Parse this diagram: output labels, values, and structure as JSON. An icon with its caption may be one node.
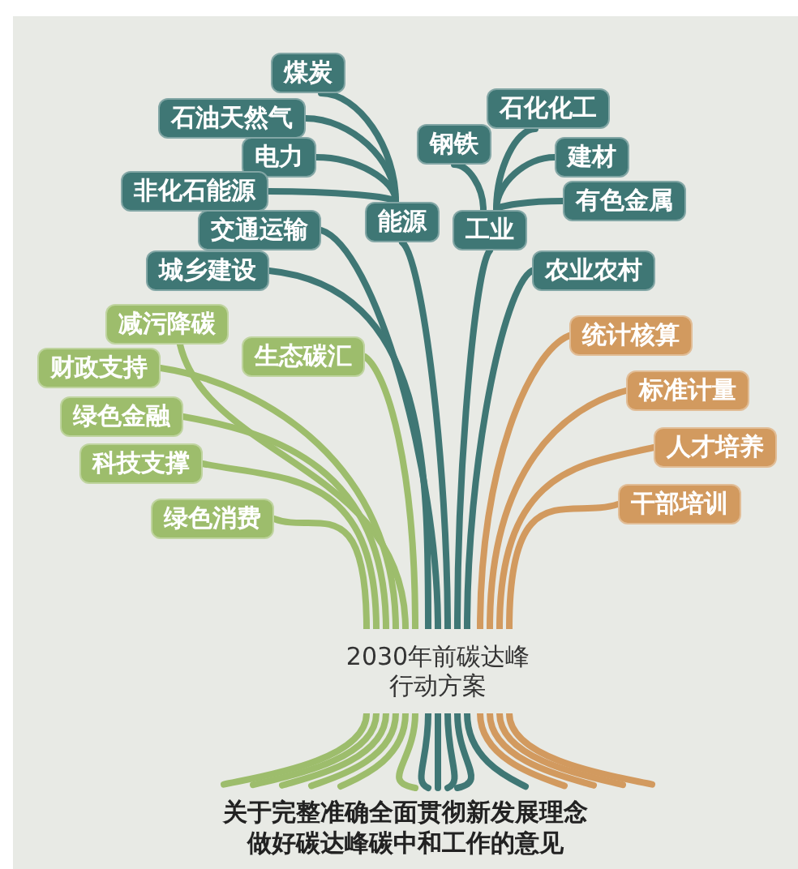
{
  "diagram": {
    "nodes": [
      {
        "text": [
          "煤炭"
        ]
      },
      {
        "text": [
          "石油天然气"
        ]
      },
      {
        "text": [
          "电力"
        ]
      },
      {
        "text": [
          "非化石能源"
        ]
      },
      {
        "text": [
          "石化化工"
        ]
      },
      {
        "text": [
          "钢铁"
        ]
      },
      {
        "text": [
          "建材"
        ]
      },
      {
        "text": [
          "有色金属"
        ]
      },
      {
        "text": [
          "能源"
        ]
      },
      {
        "text": [
          "工业"
        ]
      },
      {
        "text": [
          "交通运输"
        ]
      },
      {
        "text": [
          "城乡建设"
        ]
      },
      {
        "text": [
          "农业农村"
        ]
      },
      {
        "text": [
          "减污降碳"
        ]
      },
      {
        "text": [
          "生态碳汇"
        ]
      },
      {
        "text": [
          "财政支持"
        ]
      },
      {
        "text": [
          "绿色金融"
        ]
      },
      {
        "text": [
          "统计核算"
        ]
      },
      {
        "text": [
          "标准计量"
        ]
      },
      {
        "text": [
          "科技支撑"
        ]
      },
      {
        "text": [
          "人才培养"
        ]
      },
      {
        "text": [
          "干部培训"
        ]
      },
      {
        "text": [
          "绿色消费"
        ]
      },
      {
        "text": [
          "2030年前碳达峰行动方案"
        ]
      }
    ],
    "edges": [
      {
        "from": 0,
        "to": 8,
        "arrow": "none"
      },
      {
        "from": 1,
        "to": 8,
        "arrow": "none"
      },
      {
        "from": 2,
        "to": 8,
        "arrow": "none"
      },
      {
        "from": 3,
        "to": 8,
        "arrow": "none"
      },
      {
        "from": 4,
        "to": 9,
        "arrow": "none"
      },
      {
        "from": 5,
        "to": 9,
        "arrow": "none"
      },
      {
        "from": 6,
        "to": 9,
        "arrow": "none"
      },
      {
        "from": 7,
        "to": 9,
        "arrow": "none"
      },
      {
        "from": 8,
        "to": 23,
        "arrow": "none"
      },
      {
        "from": 9,
        "to": 23,
        "arrow": "none"
      },
      {
        "from": 10,
        "to": 23,
        "arrow": "none"
      },
      {
        "from": 11,
        "to": 23,
        "arrow": "none"
      },
      {
        "from": 12,
        "to": 23,
        "arrow": "none"
      },
      {
        "from": 13,
        "to": 23,
        "arrow": "none",
        "color": "#9dbd6c"
      },
      {
        "from": 14,
        "to": 23,
        "arrow": "none",
        "color": "#9dbd6c"
      },
      {
        "from": 15,
        "to": 23,
        "arrow": "none",
        "color": "#9dbd6c"
      },
      {
        "from": 16,
        "to": 23,
        "arrow": "none",
        "color": "#9dbd6c"
      },
      {
        "from": 17,
        "to": 23,
        "arrow": "none",
        "color": "#d29a5f"
      },
      {
        "from": 18,
        "to": 23,
        "arrow": "none",
        "color": "#d29a5f"
      },
      {
        "from": 19,
        "to": 23,
        "arrow": "none",
        "color": "#9dbd6c"
      },
      {
        "from": 20,
        "to": 23,
        "arrow": "none",
        "color": "#d29a5f"
      },
      {
        "from": 21,
        "to": 23,
        "arrow": "none",
        "color": "#d29a5f"
      },
      {
        "from": 22,
        "to": 23,
        "arrow": "none",
        "color": "#9dbd6c"
      }
    ],
    "labels": [
      "关于完整准确全面贯彻新发展理念做好碳达峰碳中和工作的意见"
    ]
  }
}
